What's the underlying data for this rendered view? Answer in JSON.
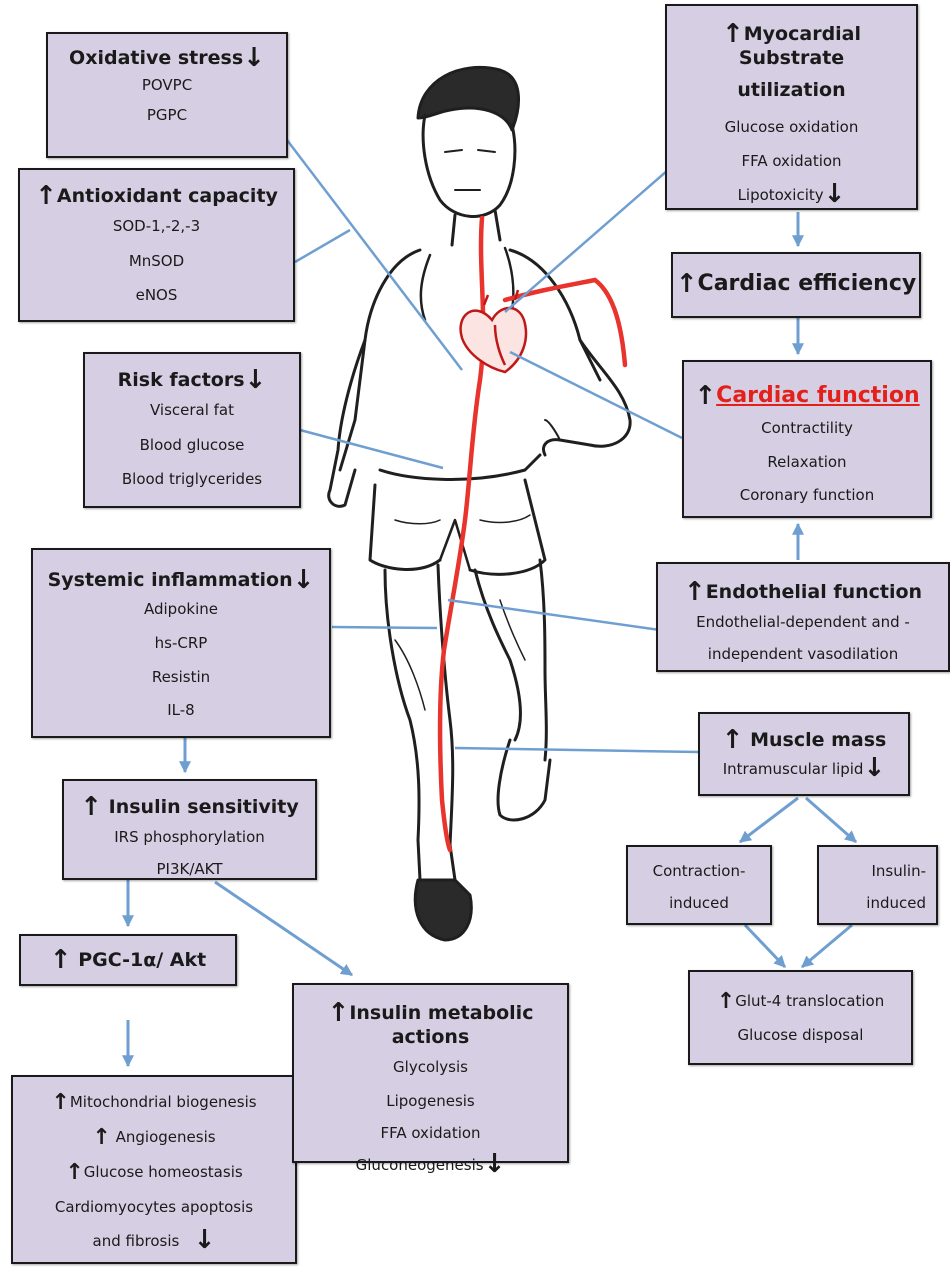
{
  "oxidative_stress": {
    "title": "Oxidative stress",
    "items": [
      "POVPC",
      "PGPC"
    ]
  },
  "antioxidant": {
    "title": "Antioxidant capacity",
    "items": [
      "SOD-1,-2,-3",
      "MnSOD",
      "eNOS"
    ]
  },
  "risk_factors": {
    "title": "Risk factors",
    "items": [
      "Visceral fat",
      "Blood glucose",
      "Blood triglycerides"
    ]
  },
  "systemic_inflammation": {
    "title": "Systemic inflammation",
    "items": [
      "Adipokine",
      "hs-CRP",
      "Resistin",
      "IL-8"
    ]
  },
  "insulin_sensitivity": {
    "title": "Insulin sensitivity",
    "items": [
      "IRS phosphorylation",
      "PI3K/AKT"
    ]
  },
  "pgc": {
    "title": "PGC-1α/ Akt"
  },
  "mitochondrial": {
    "line1": "Mitochondrial biogenesis",
    "line2": "Angiogenesis",
    "line3": "Glucose homeostasis",
    "line4": "Cardiomyocytes apoptosis",
    "line5": "and fibrosis"
  },
  "insulin_metabolic": {
    "title": "Insulin metabolic actions",
    "items": [
      "Glycolysis",
      "Lipogenesis",
      "FFA oxidation",
      "Gluconeogenesis"
    ]
  },
  "myocardial": {
    "title_line1": "Myocardial Substrate",
    "title_line2": "utilization",
    "items": [
      "Glucose oxidation",
      "FFA oxidation",
      "Lipotoxicity"
    ]
  },
  "cardiac_efficiency": {
    "title": "Cardiac efficiency"
  },
  "cardiac_function": {
    "title": "Cardiac function",
    "items": [
      "Contractility",
      "Relaxation",
      "Coronary function"
    ]
  },
  "endothelial": {
    "title": "Endothelial function",
    "line1": "Endothelial-dependent and -",
    "line2": "independent vasodilation"
  },
  "muscle_mass": {
    "title": "Muscle mass",
    "item": "Intramuscular lipid"
  },
  "contraction_induced": {
    "line1": "Contraction-",
    "line2": "induced"
  },
  "insulin_induced": {
    "line1": "Insulin-",
    "line2": "induced"
  },
  "glut4": {
    "line1": "Glut-4 translocation",
    "line2": "Glucose disposal"
  },
  "colors": {
    "box_fill": "#d6cfe3",
    "connector": "#6f9fd0",
    "artery": "#e8342c",
    "highlight_title": "#e4201a"
  }
}
